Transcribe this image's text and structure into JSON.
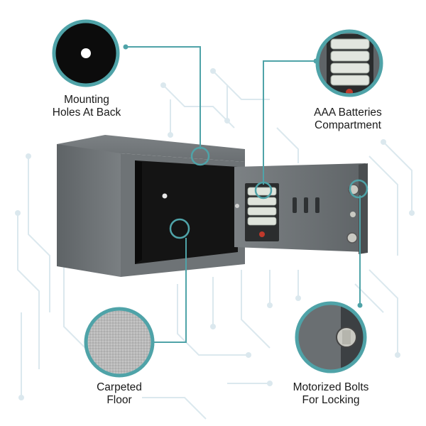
{
  "callouts": {
    "mounting_holes": {
      "line1": "Mounting",
      "line2": "Holes At Back"
    },
    "batteries": {
      "line1": "AAA Batteries",
      "line2": "Compartment"
    },
    "carpeted_floor": {
      "line1": "Carpeted",
      "line2": "Floor"
    },
    "motorized_bolts": {
      "line1": "Motorized Bolts",
      "line2": "For Locking"
    }
  },
  "colors": {
    "accent_teal": "#4fa3a8",
    "safe_body": "#6b7073",
    "safe_interior": "#141414",
    "background_circuit": "#d9e8ee"
  }
}
